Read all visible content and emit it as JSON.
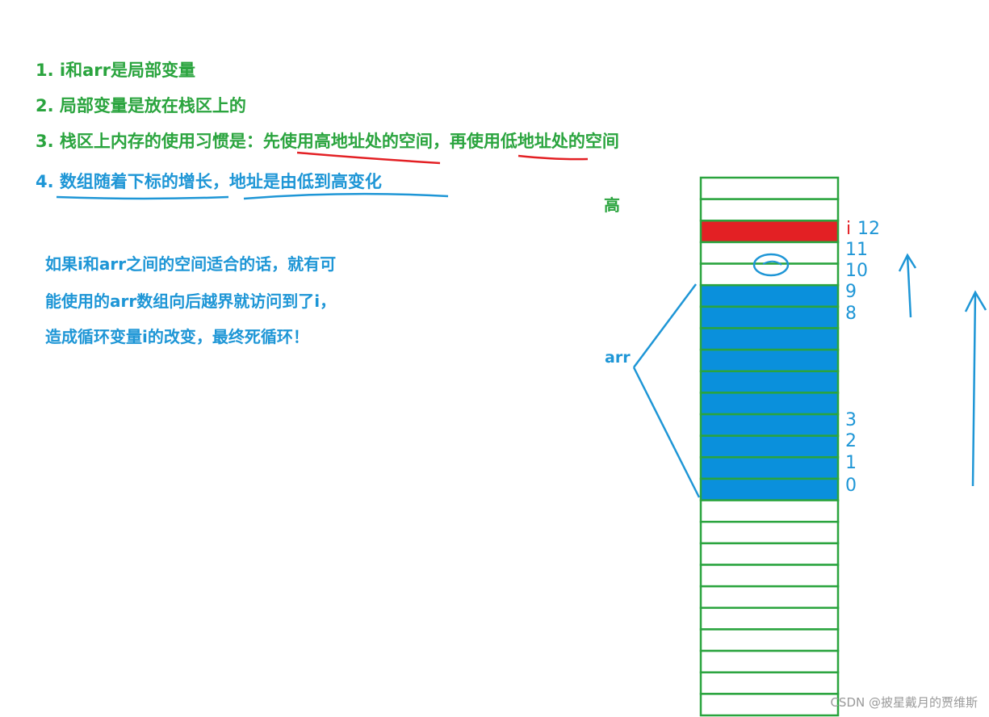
{
  "points": [
    {
      "number": "1.",
      "text": "i和arr是局部变量"
    },
    {
      "number": "2.",
      "text": "局部变量是放在栈区上的"
    },
    {
      "number": "3.",
      "text": "栈区上内存的使用习惯是：",
      "highlight1": "先使用高地址处的空间",
      "sep": "，",
      "highlight2": "再使用低地址处的空间"
    },
    {
      "number": "4.",
      "highlight1": "数组随着下标的增长",
      "sep": "，",
      "highlight2": "地址是由低到高变化"
    }
  ],
  "explanation": [
    "如果i和arr之间的空间适合的话，就有可",
    "能使用的arr数组向后越界就访问到了i，",
    "造成循环变量i的改变，最终死循环！"
  ],
  "diagram": {
    "high_label": "高",
    "arr_label": "arr",
    "index_labels": [
      "12",
      "11",
      "10",
      "9",
      "8",
      "3",
      "2",
      "1",
      "0"
    ],
    "red_mark": "i",
    "colors": {
      "green": "#2aa43e",
      "blue": "#1e96d6",
      "red": "#e32024",
      "cell_blue": "#0a90dc"
    }
  },
  "watermark": "CSDN @披星戴月的贾维斯"
}
